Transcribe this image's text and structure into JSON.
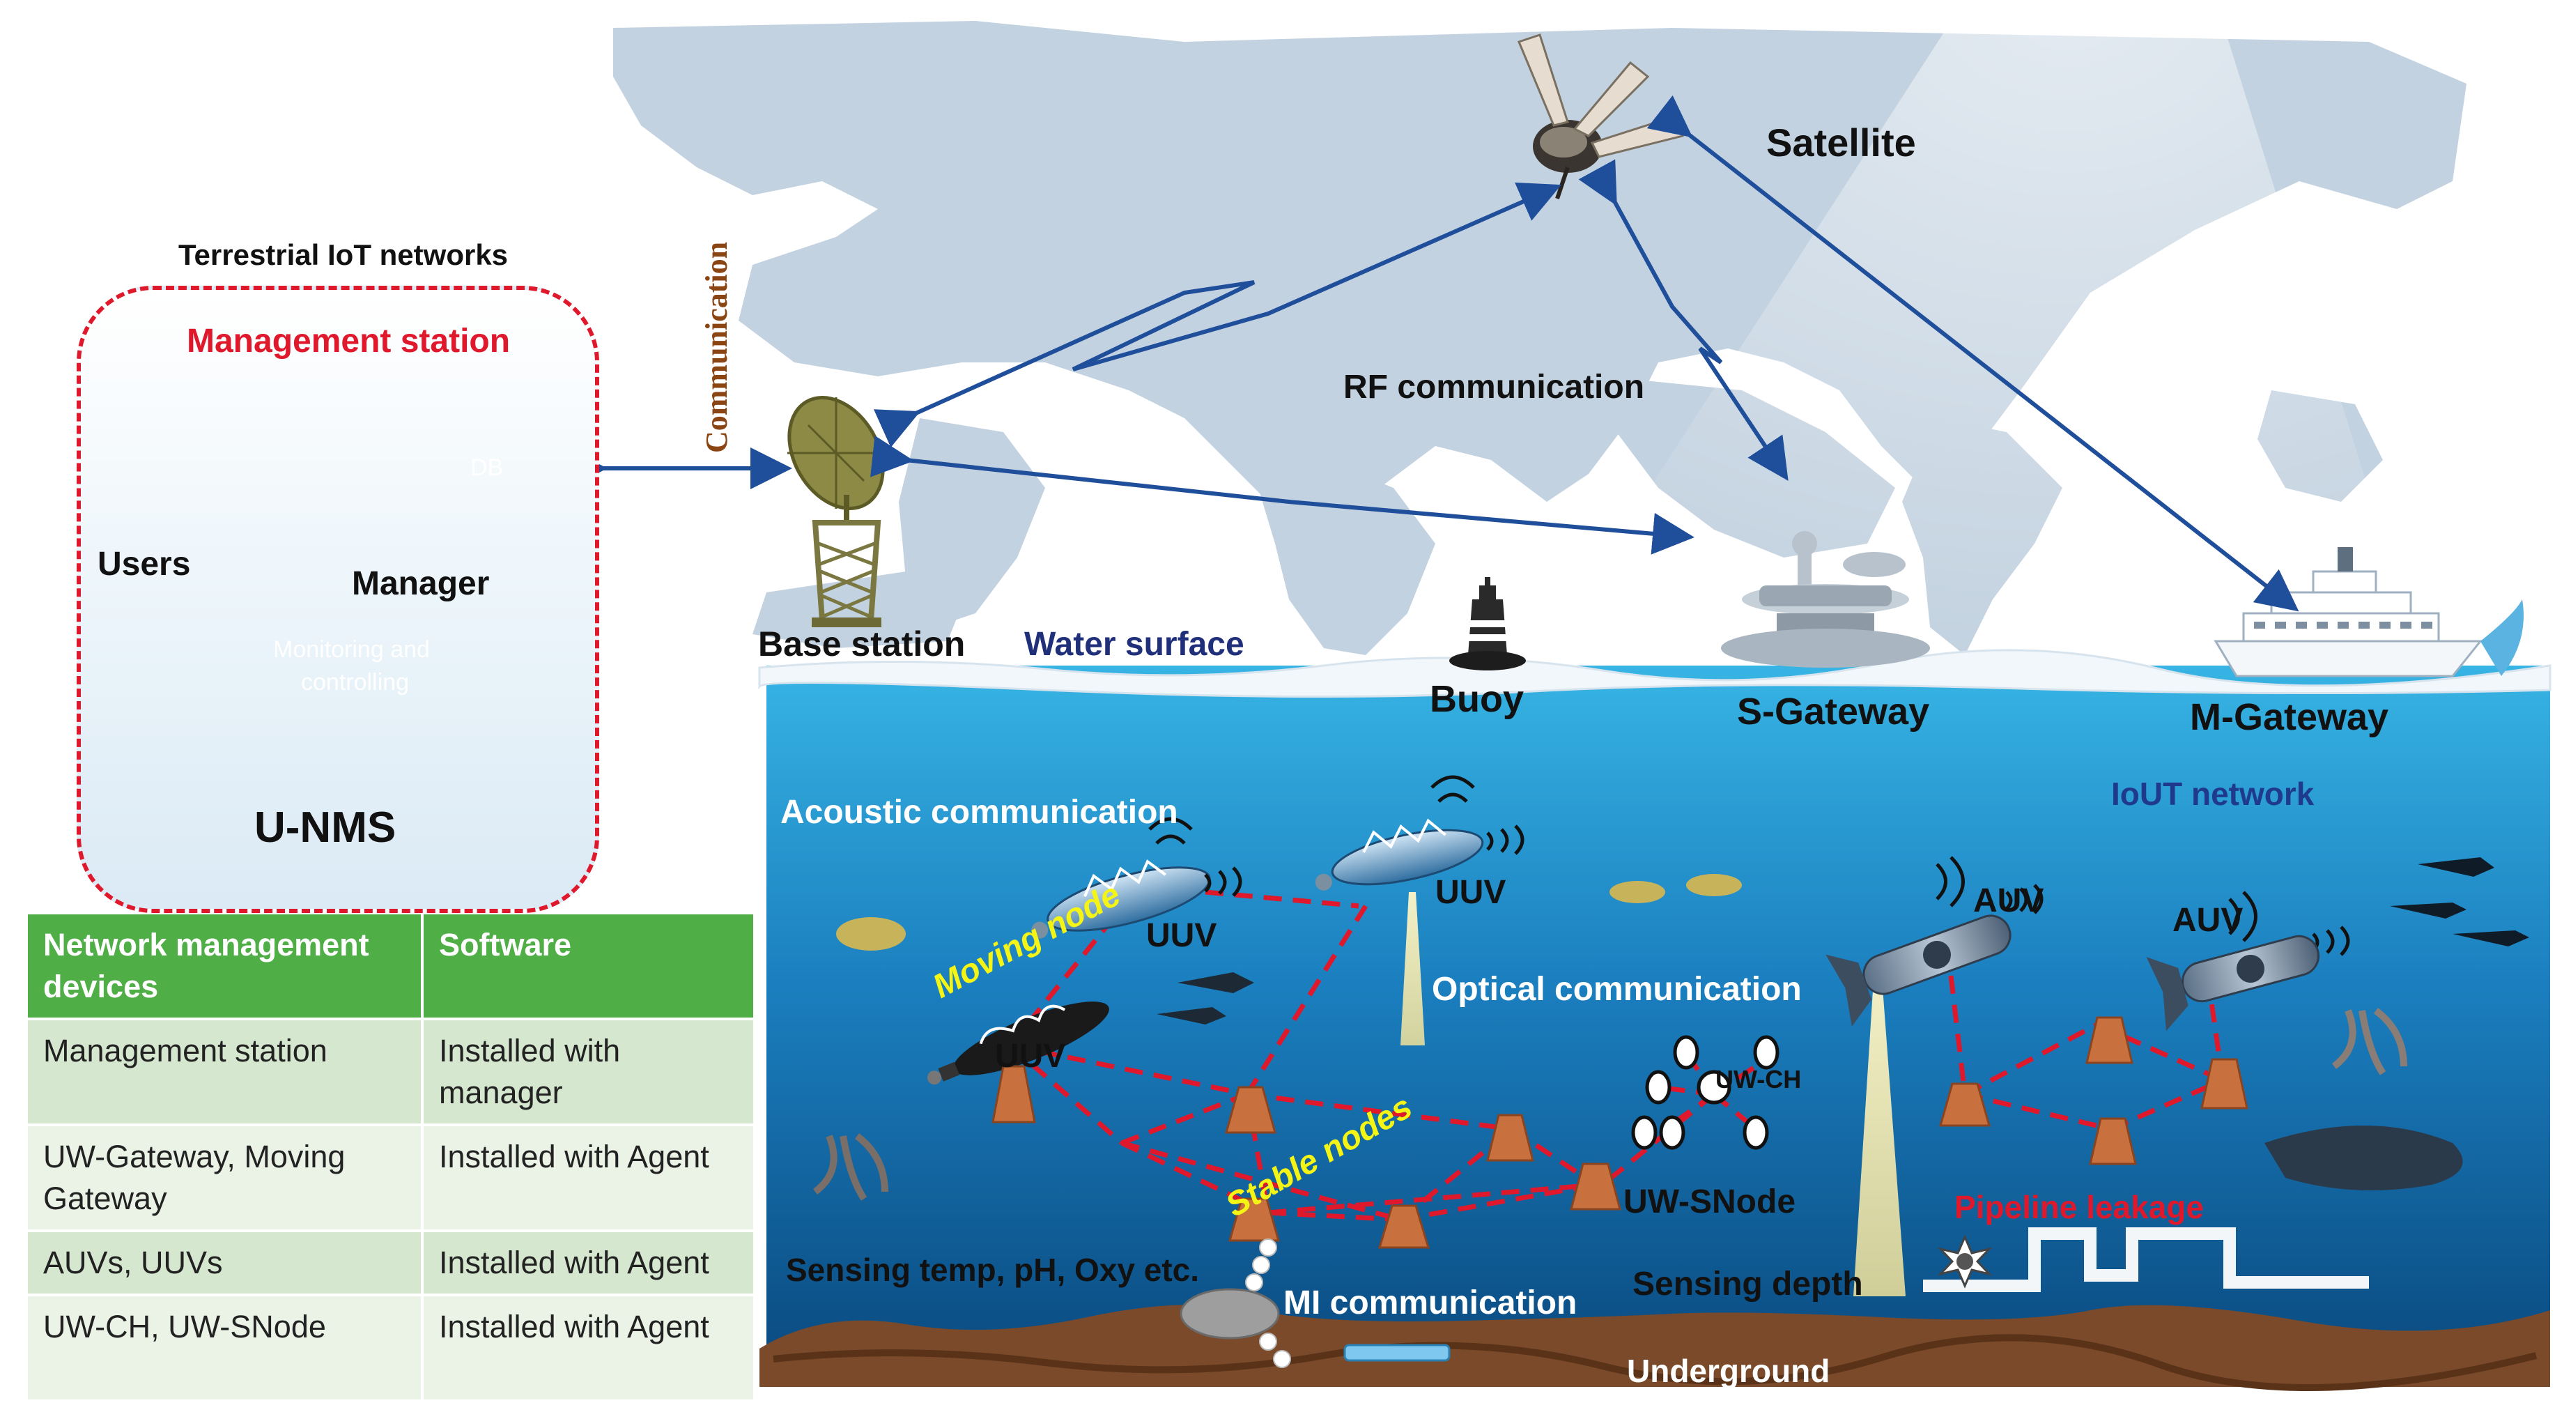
{
  "terrestrial": {
    "title": "Terrestrial IoT networks",
    "management_station": "Management station",
    "db": "DB",
    "users": "Users",
    "manager": "Manager",
    "monitor_line1": "Monitoring and",
    "monitor_line2": "controlling",
    "unms": "U-NMS"
  },
  "communication_label": "Communication",
  "surface": {
    "base_station": "Base station",
    "water_surface": "Water surface",
    "satellite": "Satellite",
    "rf_communication": "RF communication",
    "buoy": "Buoy",
    "s_gateway": "S-Gateway",
    "m_gateway": "M-Gateway"
  },
  "underwater": {
    "iout_network": "IoUT network",
    "acoustic_communication": "Acoustic communication",
    "moving_node": "Moving node",
    "uuv_1": "UUV",
    "uuv_2": "UUV",
    "uuv_3": "UUV",
    "auv_1": "AUV",
    "auv_2": "AUV",
    "optical_communication": "Optical communication",
    "uw_ch": "UW-CH",
    "stable_nodes": "Stable nodes",
    "uw_snode": "UW-SNode",
    "pipeline_leakage": "Pipeline leakage",
    "sensing_temp": "Sensing temp, pH, Oxy etc.",
    "sensing_depth": "Sensing depth",
    "mi_communication": "MI communication",
    "underground": "Underground"
  },
  "table": {
    "headers": [
      "Network management devices",
      "Software"
    ],
    "rows": [
      [
        "Management station",
        "Installed with manager"
      ],
      [
        "UW-Gateway, Moving Gateway",
        "Installed with Agent"
      ],
      [
        "AUVs, UUVs",
        "Installed with Agent"
      ],
      [
        "UW-CH, UW-SNode",
        "Installed with Agent"
      ]
    ]
  },
  "colors": {
    "management_red": "#e0182c",
    "link_blue": "#1f4e9a",
    "table_header_green": "#4fae45",
    "sea_top": "#2aa3d8",
    "sea_bottom": "#0b4d86",
    "node_orange": "#c8703e"
  }
}
